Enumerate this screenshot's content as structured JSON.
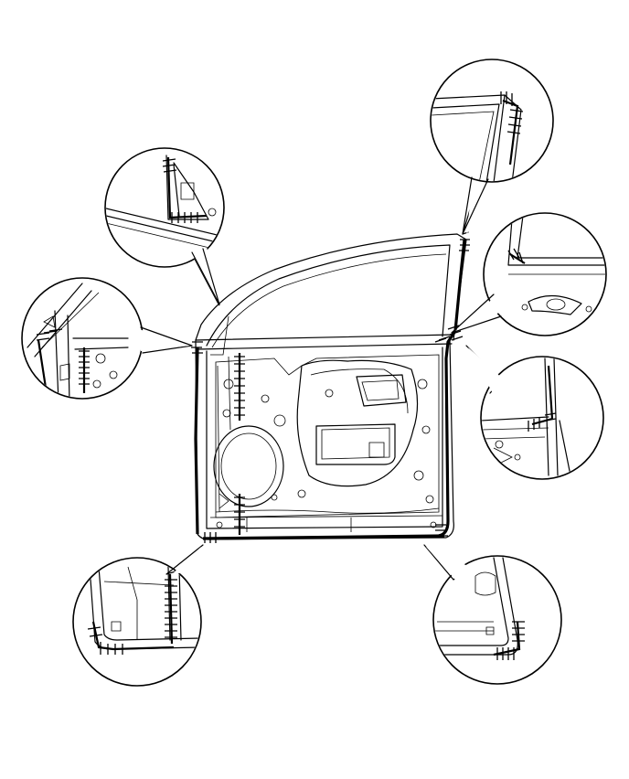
{
  "figure": {
    "subject": "front-door-panel",
    "detail_views": [
      "upper-front-corner",
      "upper-rear-corner",
      "front-hinge-area",
      "rear-lock-area",
      "rear-lower-pillar",
      "lower-front-corner",
      "lower-rear-corner"
    ]
  }
}
